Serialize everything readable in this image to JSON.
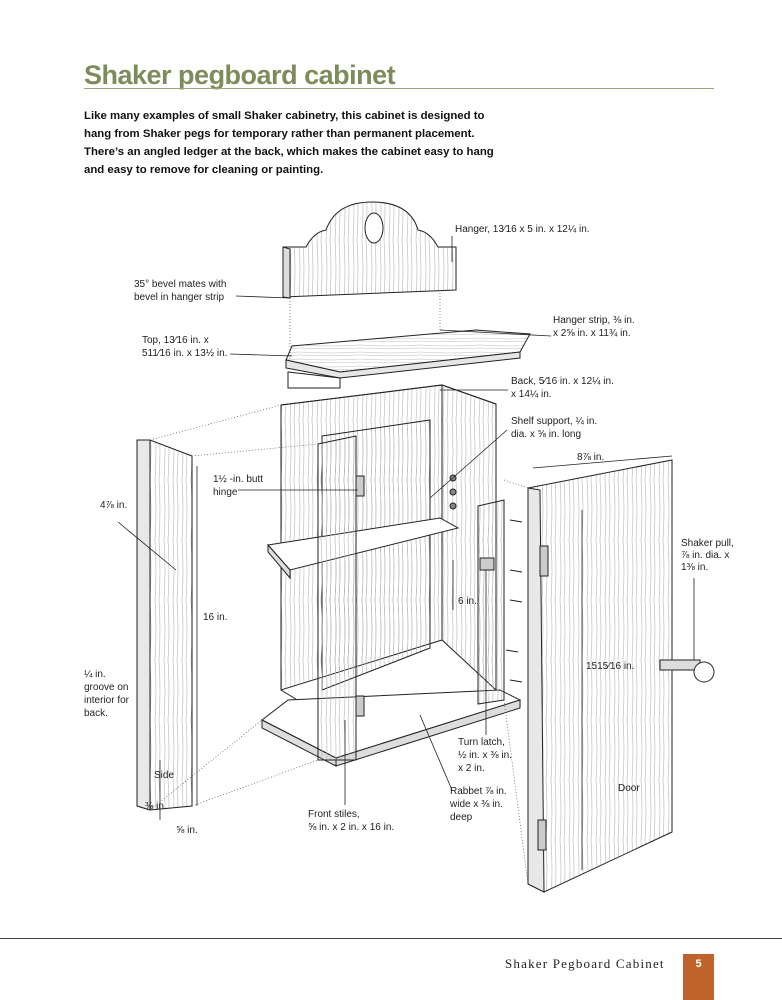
{
  "title": "Shaker pegboard cabinet",
  "intro": "Like many examples of small Shaker cabinetry, this cabinet is designed to hang from Shaker pegs for temporary rather than permanent placement. There’s an angled ledger at the back, which makes the cabinet easy to hang and easy to remove for cleaning or painting.",
  "labels": {
    "hanger": "Hanger, 13⁄16 x 5 in. x 12¼ in.",
    "bevel_1": "35° bevel mates with",
    "bevel_2": "bevel in hanger strip",
    "hanger_strip_1": "Hanger strip, ⅜ in.",
    "hanger_strip_2": "x 2⅝ in. x 11¾ in.",
    "top_1": "Top, 13⁄16 in. x",
    "top_2": "511⁄16 in. x 13½ in.",
    "back_1": "Back, 5⁄16 in. x 12¼ in.",
    "back_2": "x 14¼ in.",
    "shelf_support_1": "Shelf support, ¼ in.",
    "shelf_support_2": "dia. x ⅝ in. long",
    "width_dim": "8⅞ in.",
    "side_depth": "4⅞ in.",
    "hinge_1": "1½ -in. butt",
    "hinge_2": "hinge",
    "height_16": "16 in.",
    "shelf_6": "6 in.",
    "pull_1": "Shaker pull,",
    "pull_2": "⅞ in. dia. x",
    "pull_3": "1⅜ in.",
    "door_height": "1515⁄16 in.",
    "groove_1": "¼ in.",
    "groove_2": "groove on",
    "groove_3": "interior for",
    "groove_4": "back.",
    "side": "Side",
    "side_38": "⅜ in.",
    "side_58": "⅝ in.",
    "turn_latch_1": "Turn latch,",
    "turn_latch_2": "½ in. x ⅜ in.",
    "turn_latch_3": "x 2 in.",
    "rabbet_1": "Rabbet ⅞ in.",
    "rabbet_2": "wide x ⅜ in.",
    "rabbet_3": "deep",
    "door": "Door",
    "stiles_1": "Front stiles,",
    "stiles_2": "⅝ in. x 2 in. x 16 in."
  },
  "footer": {
    "running_title": "Shaker Pegboard Cabinet",
    "page": "5"
  },
  "colors": {
    "title": "#7d8c5a",
    "page_box": "#c0622b"
  }
}
